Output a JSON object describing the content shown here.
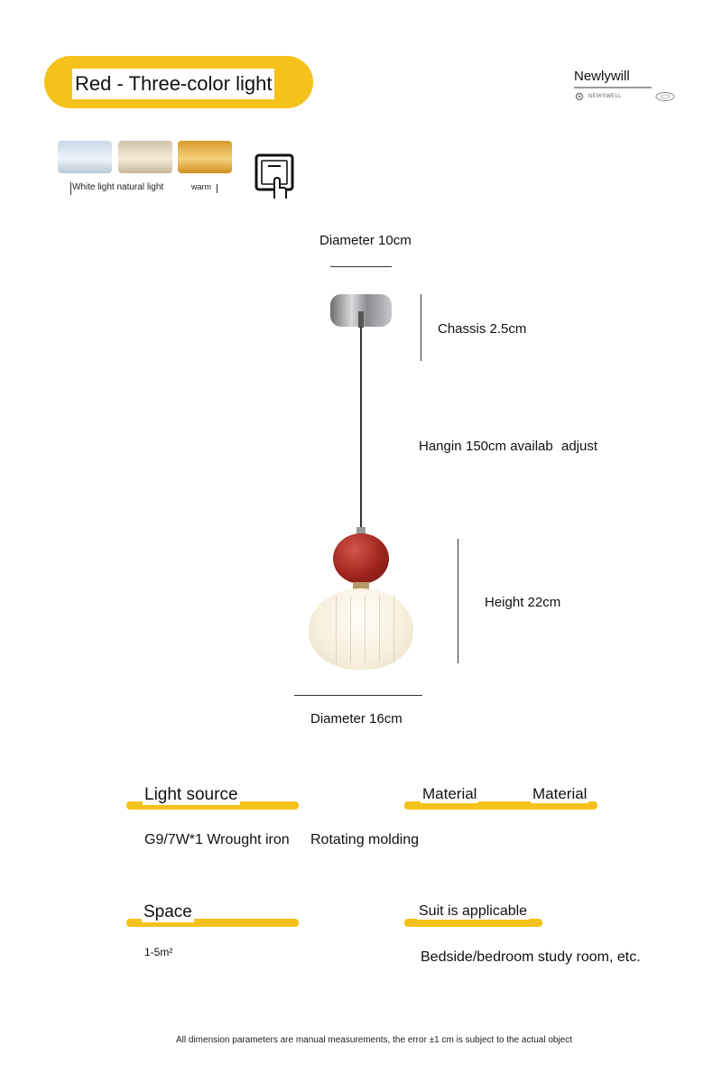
{
  "header": {
    "title": "Red - Three-color light",
    "brand": "Newlywill",
    "brand_sub": "NEWSWELL"
  },
  "colors": {
    "accent": "#f5c21b",
    "ball": "#b32a22",
    "shade": "#f6efdc",
    "canopy": "#b9b9bd"
  },
  "light_modes": {
    "labels": "White light natural light",
    "warm": "warm",
    "switch_icon": "touch-switch-icon"
  },
  "dimensions": {
    "canopy_diameter": "Diameter 10cm",
    "chassis": "Chassis 2.5cm",
    "hanging": "Hangin",
    "hanging_value": "150cm availab",
    "hanging_adjust": "adjust",
    "height": "Height 22cm",
    "shade_diameter": "Diameter 16cm"
  },
  "specs": {
    "light_source_label": "Light source",
    "light_source_value": "G9/7W*1 Wrought iron",
    "material_label": "Material",
    "material_label_2": "Material",
    "material_value": "Rotating molding",
    "space_label": "Space",
    "space_value": "1-5m²",
    "suit_label": "Suit is applicable",
    "suit_value": "Bedside/bedroom study room, etc."
  },
  "footnote": "All dimension parameters are manual measurements, the error ±1 cm is subject to the actual object"
}
